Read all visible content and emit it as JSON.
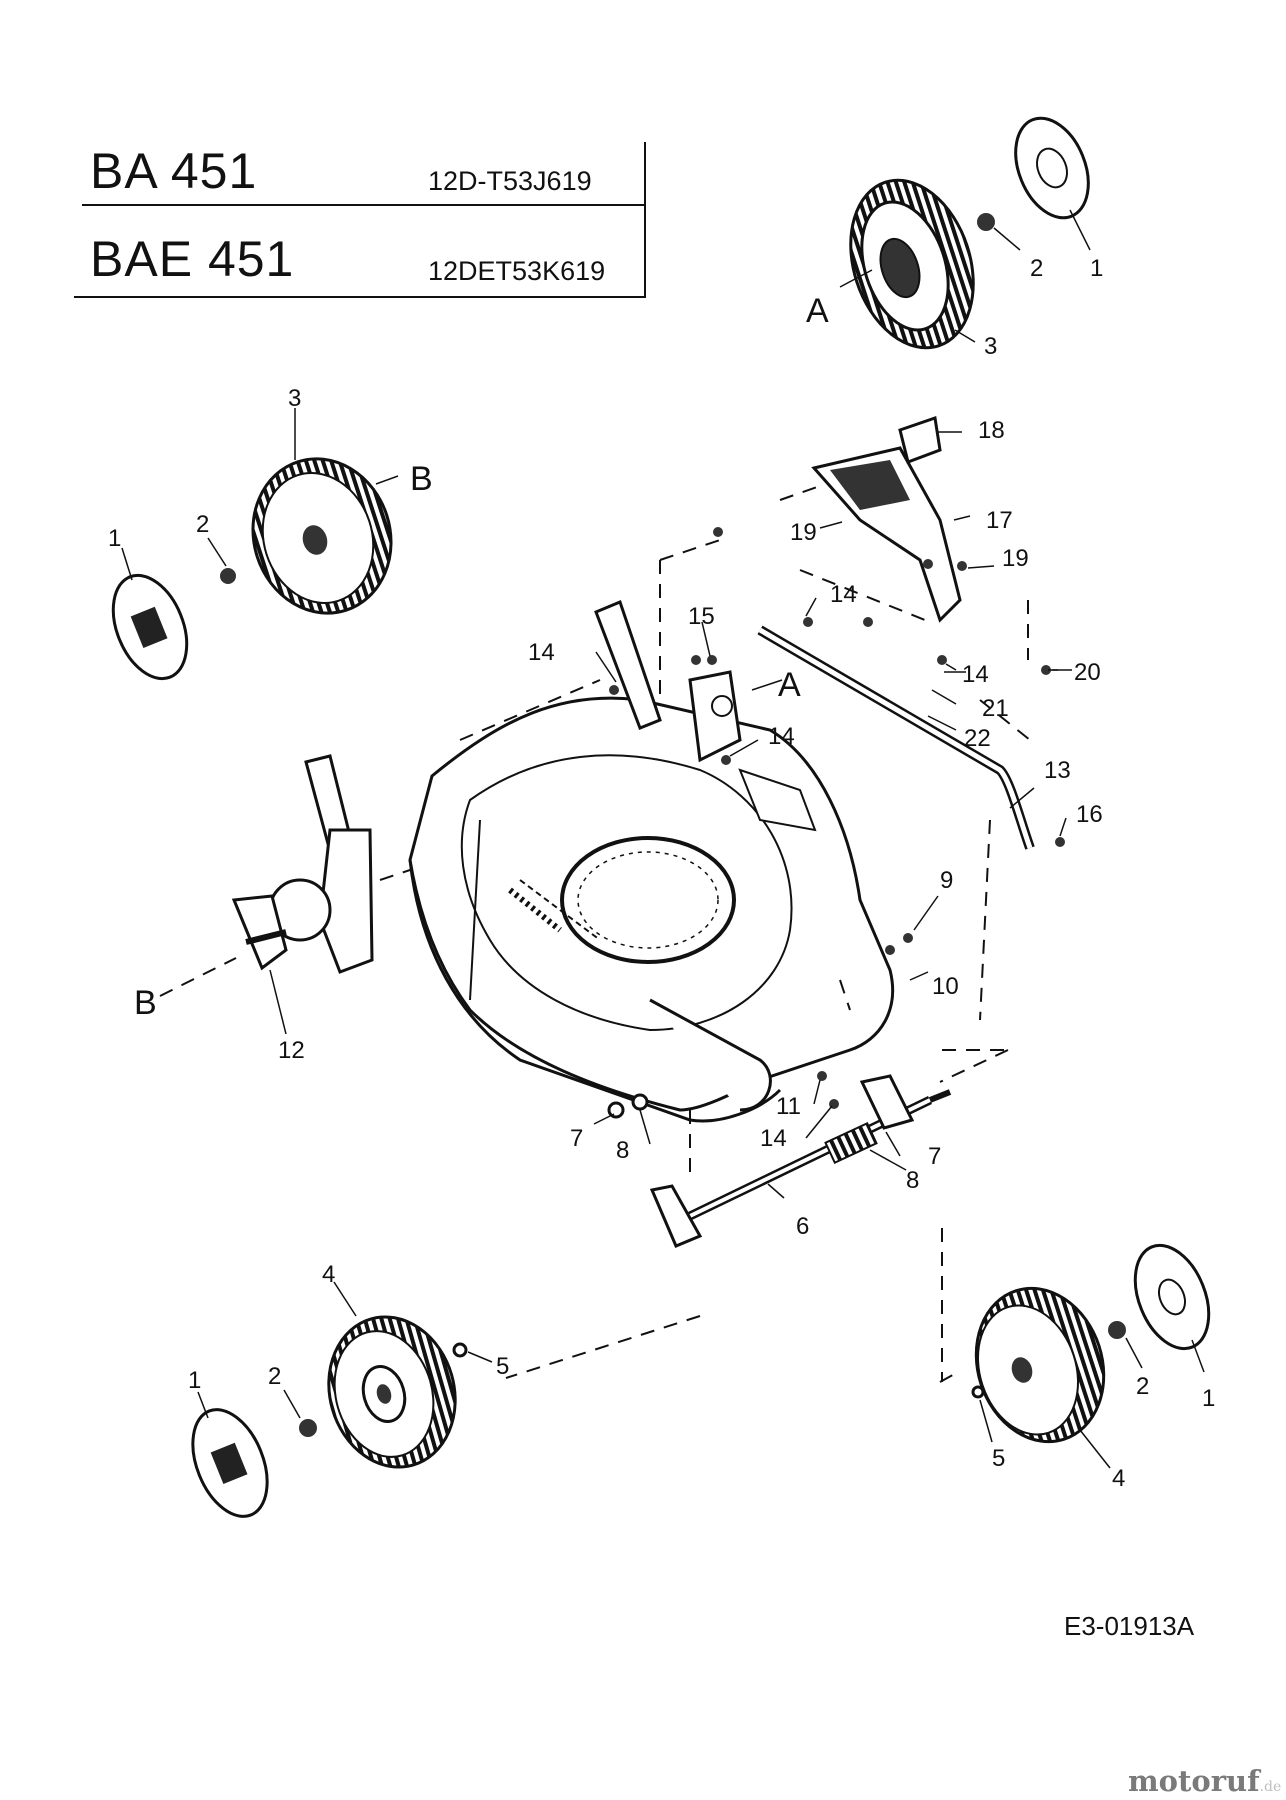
{
  "models": [
    {
      "name": "BA 451",
      "code": "12D-T53J619"
    },
    {
      "name": "BAE 451",
      "code": "12DET53K619"
    }
  ],
  "reference_code": "E3-01913A",
  "watermark": {
    "brand": "motoruf",
    "suffix": ".de"
  },
  "callouts": [
    "1",
    "2",
    "3",
    "4",
    "5",
    "6",
    "7",
    "8",
    "9",
    "10",
    "11",
    "12",
    "13",
    "14",
    "15",
    "16",
    "17",
    "18",
    "19",
    "20",
    "21",
    "22",
    "A",
    "B"
  ]
}
